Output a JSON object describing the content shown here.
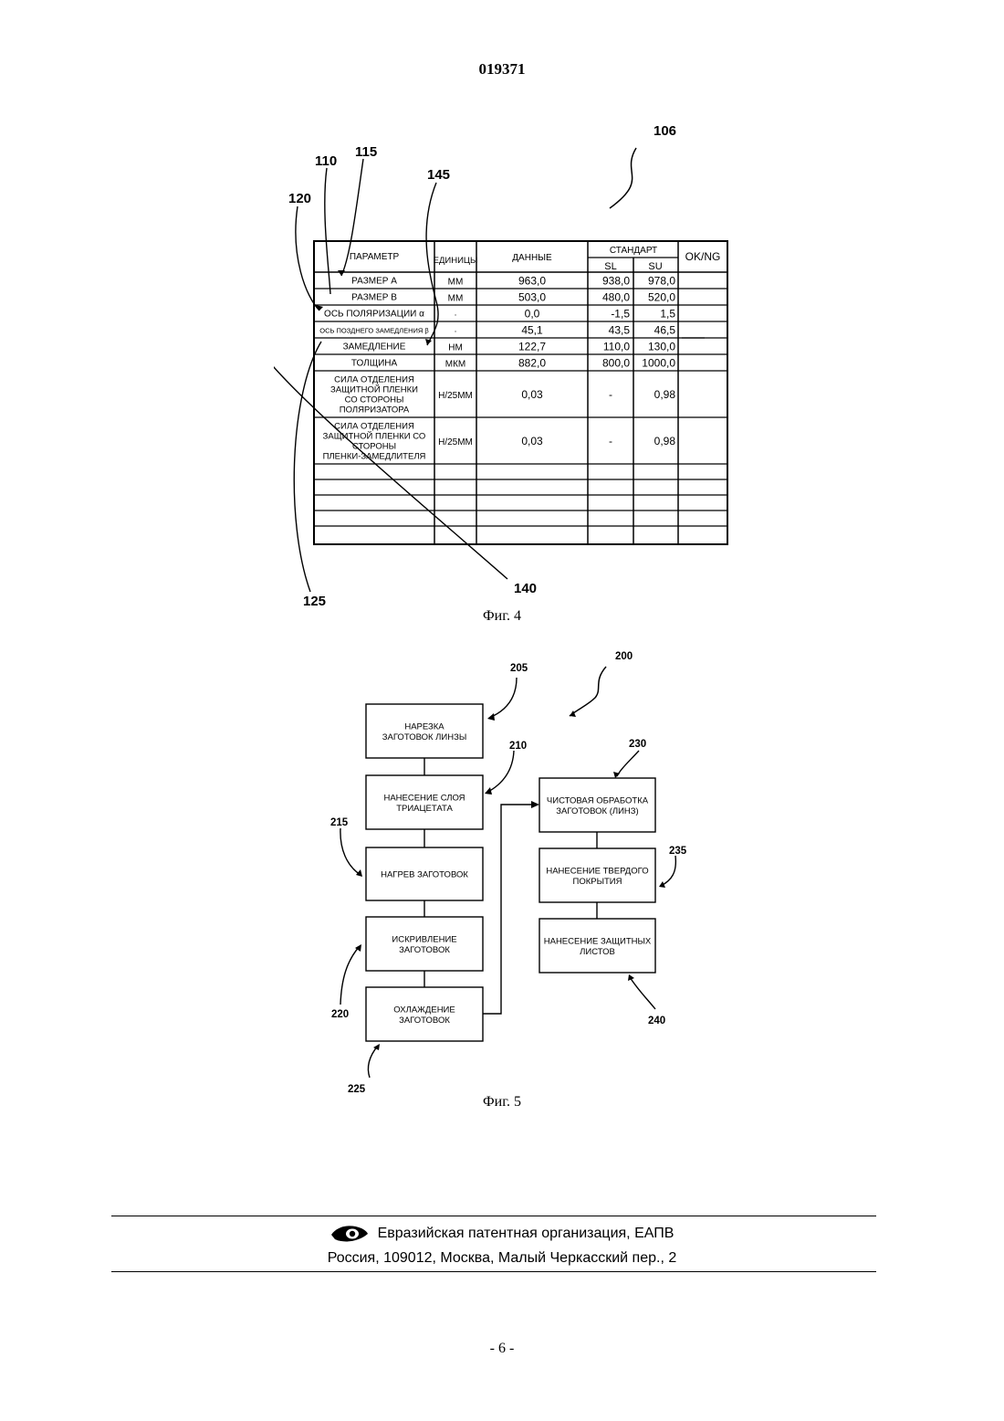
{
  "header": {
    "doc_number": "019371"
  },
  "figure4": {
    "caption": "Фиг. 4",
    "refs": {
      "r106": "106",
      "r110": "110",
      "r115": "115",
      "r120": "120",
      "r145": "145",
      "r125": "125",
      "r140": "140"
    },
    "table": {
      "headers": {
        "param": "ПАРАМЕТР",
        "units": "ЕДИНИЦЫ",
        "data": "ДАННЫЕ",
        "standard": "СТАНДАРТ",
        "sl": "SL",
        "su": "SU",
        "okng": "OK/NG"
      },
      "rows": [
        {
          "param": [
            "РАЗМЕР А"
          ],
          "units": "ММ",
          "data": "963,0",
          "sl": "938,0",
          "su": "978,0"
        },
        {
          "param": [
            "РАЗМЕР В"
          ],
          "units": "ММ",
          "data": "503,0",
          "sl": "480,0",
          "su": "520,0"
        },
        {
          "param": [
            "ОСЬ ПОЛЯРИЗАЦИИ α"
          ],
          "units": "·",
          "data": "0,0",
          "sl": "-1,5",
          "su": "1,5"
        },
        {
          "param": [
            "ОСЬ ПОЗДНЕГО ЗАМЕДЛЕНИЯ β"
          ],
          "units": "·",
          "data": "45,1",
          "sl": "43,5",
          "su": "46,5"
        },
        {
          "param": [
            "ЗАМЕДЛЕНИЕ"
          ],
          "units": "НМ",
          "data": "122,7",
          "sl": "110,0",
          "su": "130,0"
        },
        {
          "param": [
            "ТОЛЩИНА"
          ],
          "units": "МКМ",
          "data": "882,0",
          "sl": "800,0",
          "su": "1000,0"
        },
        {
          "param": [
            "СИЛА ОТДЕЛЕНИЯ",
            "ЗАЩИТНОЙ ПЛЕНКИ",
            "СО СТОРОНЫ",
            "ПОЛЯРИЗАТОРА"
          ],
          "units": "Н/25ММ",
          "data": "0,03",
          "sl": "-",
          "su": "0,98"
        },
        {
          "param": [
            "СИЛА ОТДЕЛЕНИЯ",
            "ЗАЩИТНОЙ ПЛЕНКИ СО",
            "СТОРОНЫ",
            "ПЛЕНКИ-ЗАМЕДЛИТЕЛЯ"
          ],
          "units": "Н/25ММ",
          "data": "0,03",
          "sl": "-",
          "su": "0,98"
        }
      ]
    }
  },
  "figure5": {
    "caption": "Фиг. 5",
    "refs": {
      "r200": "200",
      "r205": "205",
      "r210": "210",
      "r215": "215",
      "r220": "220",
      "r225": "225",
      "r230": "230",
      "r235": "235",
      "r240": "240"
    },
    "boxes": {
      "b205": [
        "НАРЕЗКА",
        "ЗАГОТОВОК ЛИНЗЫ"
      ],
      "b210": [
        "НАНЕСЕНИЕ СЛОЯ",
        "ТРИАЦЕТАТА"
      ],
      "b215": [
        "НАГРЕВ ЗАГОТОВОК"
      ],
      "b220": [
        "ИСКРИВЛЕНИЕ",
        "ЗАГОТОВОК"
      ],
      "b225": [
        "ОХЛАЖДЕНИЕ",
        "ЗАГОТОВОК"
      ],
      "b230": [
        "ЧИСТОВАЯ ОБРАБОТКА",
        "ЗАГОТОВОК (ЛИНЗ)"
      ],
      "b235": [
        "НАНЕСЕНИЕ ТВЕРДОГО",
        "ПОКРЫТИЯ"
      ],
      "b240": [
        "НАНЕСЕНИЕ ЗАЩИТНЫХ",
        "ЛИСТОВ"
      ]
    }
  },
  "footer": {
    "org": "Евразийская патентная организация, ЕАПВ",
    "address": "Россия, 109012, Москва, Малый Черкасский пер., 2"
  },
  "page_number": "- 6 -"
}
